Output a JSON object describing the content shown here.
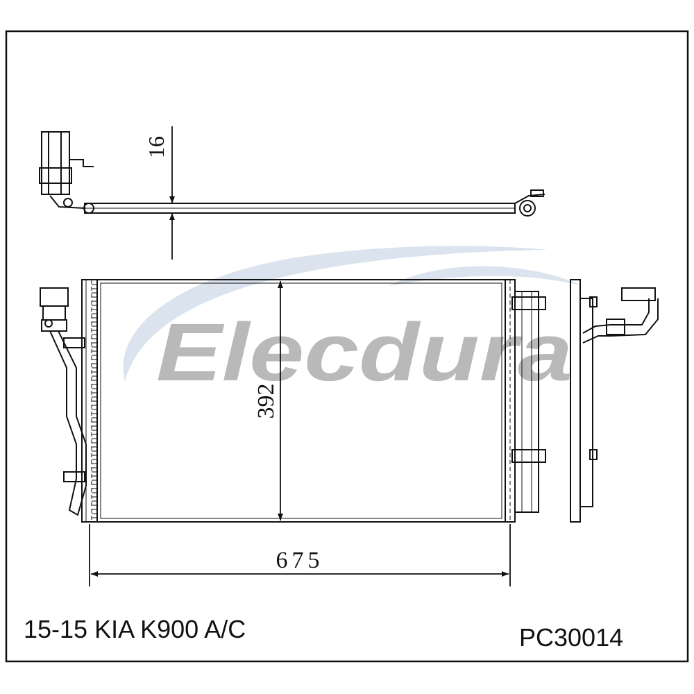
{
  "brand": {
    "watermark": "Elecdura",
    "watermark_color": "#b9b9b9",
    "swoosh_color": "#dbe4ee"
  },
  "dimensions": {
    "thickness": "16",
    "height": "392",
    "width": "675"
  },
  "caption": {
    "application": "15-15 KIA K900 A/C",
    "part_number": "PC30014"
  },
  "colors": {
    "line": "#111111",
    "background": "#ffffff"
  }
}
